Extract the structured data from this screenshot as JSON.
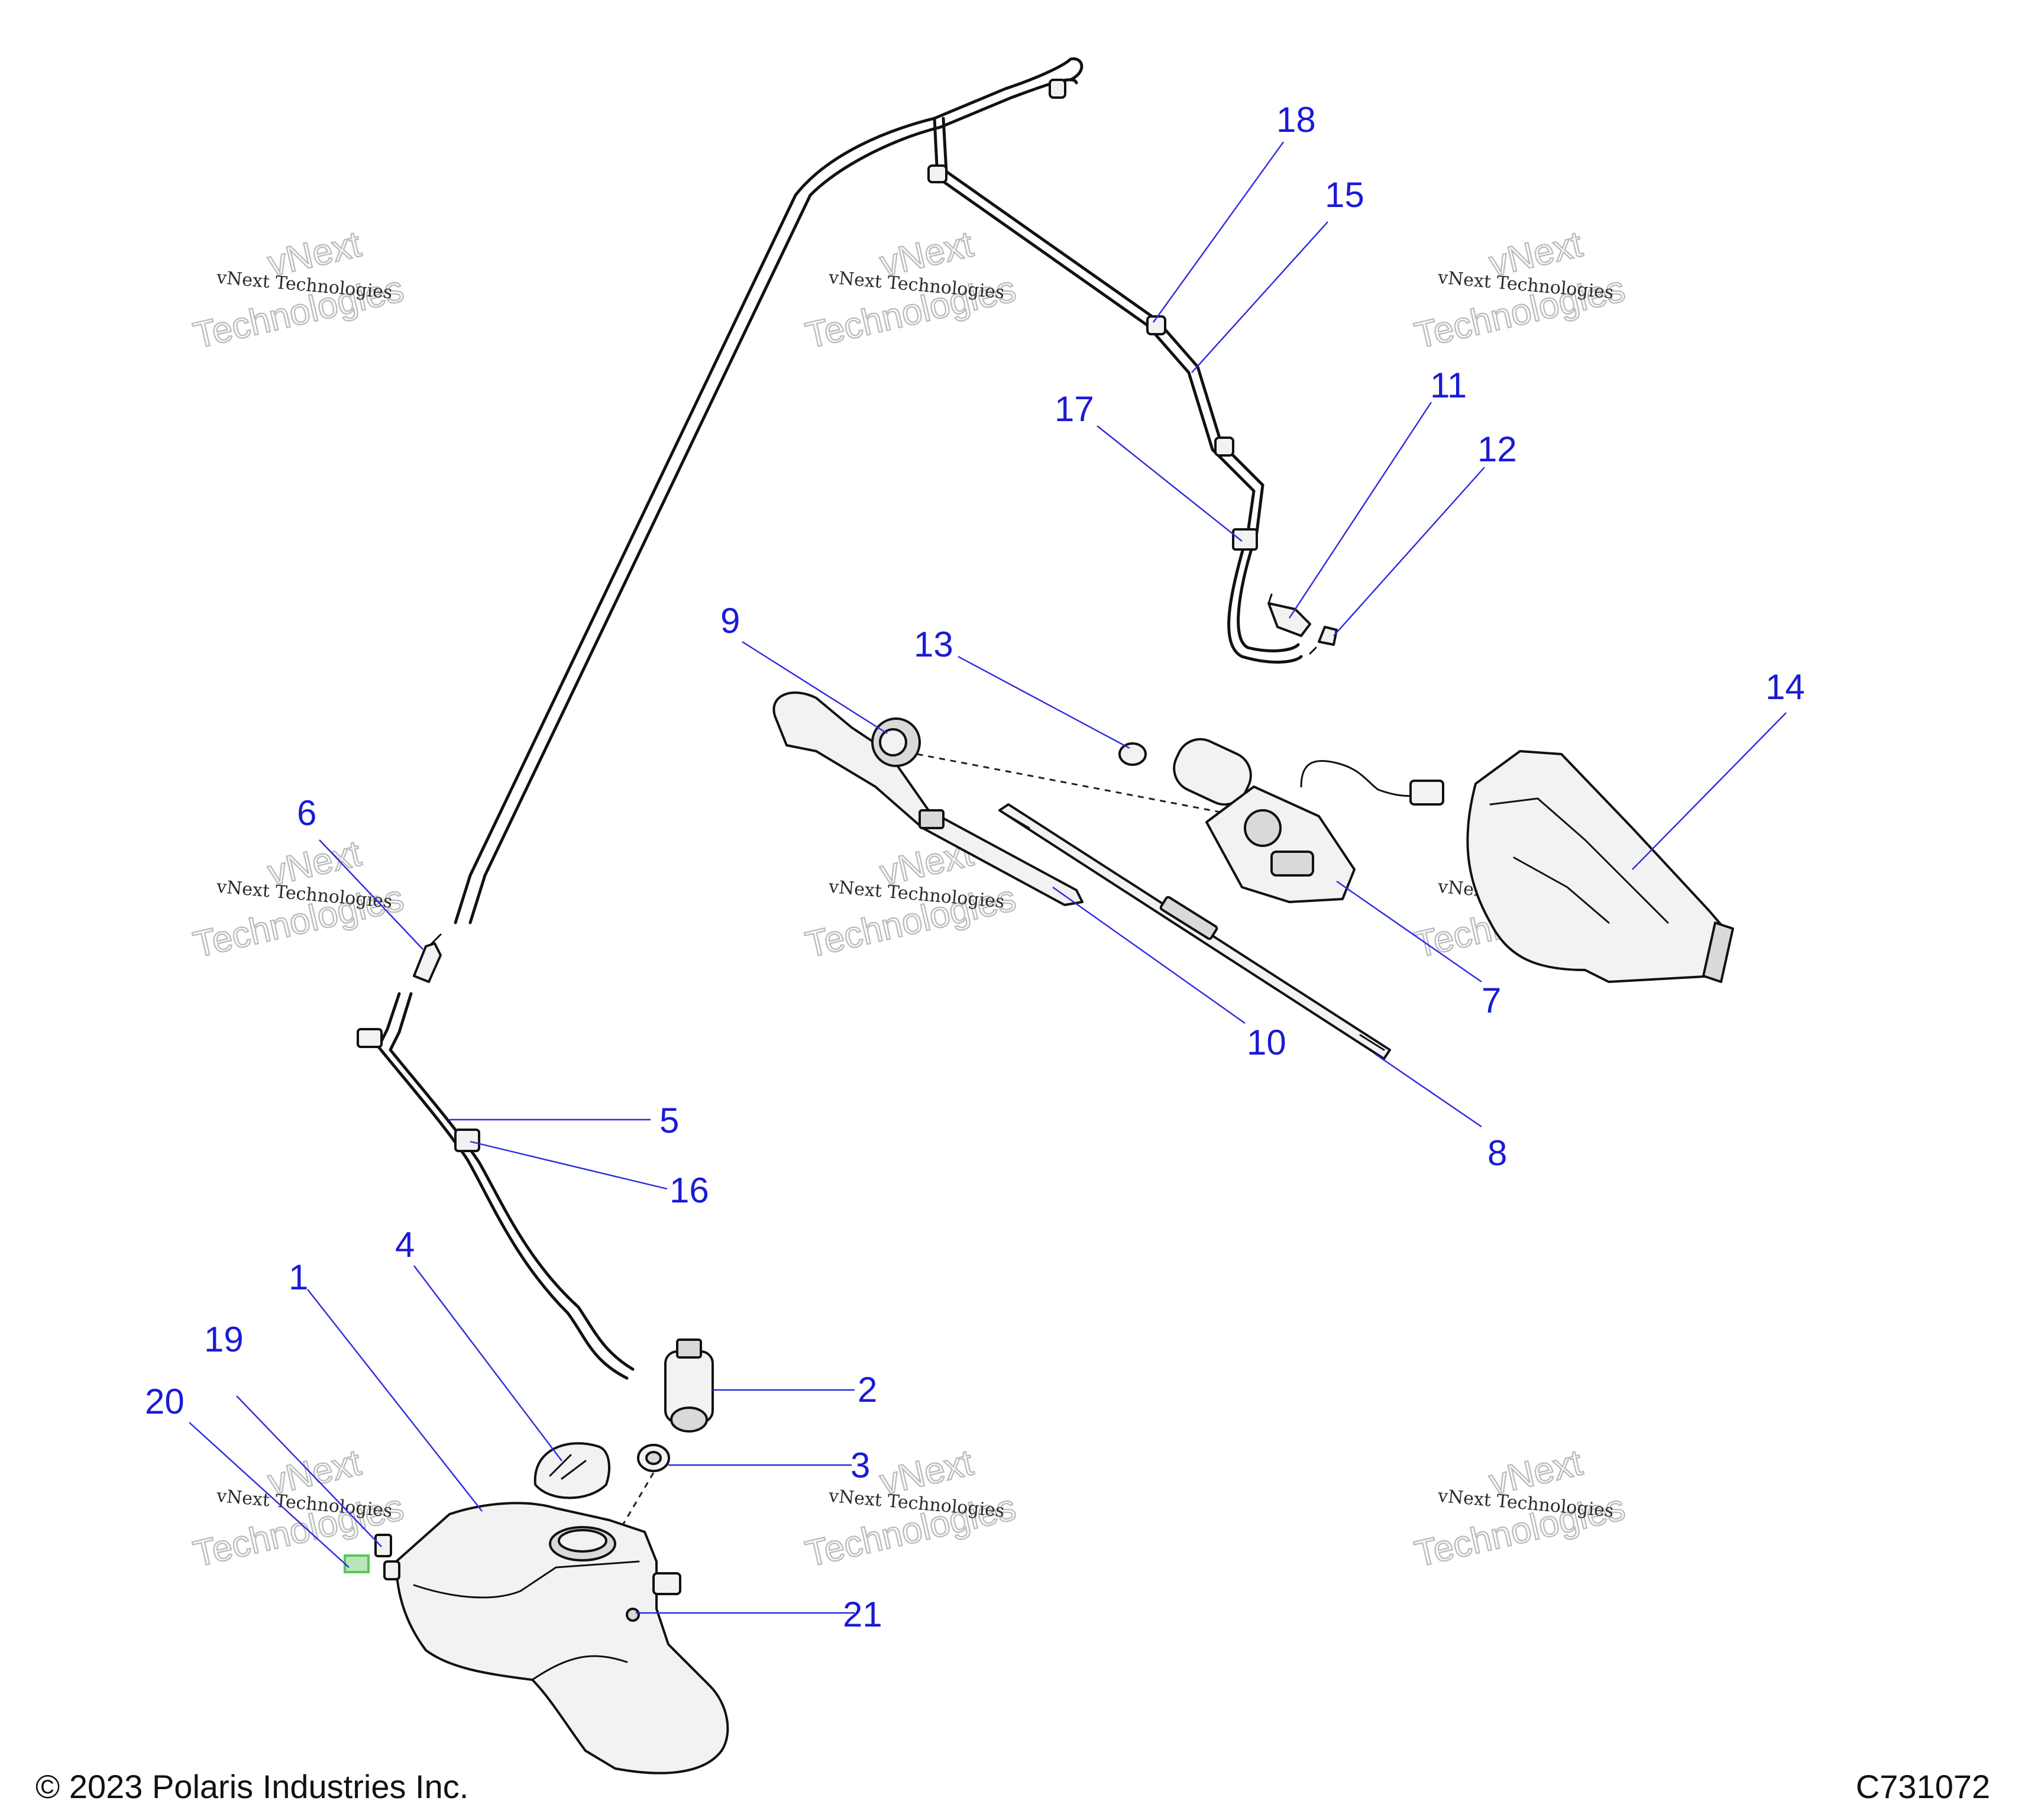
{
  "diagram": {
    "callouts": {
      "c1": "1",
      "c2": "2",
      "c3": "3",
      "c4": "4",
      "c5": "5",
      "c6": "6",
      "c7": "7",
      "c8": "8",
      "c9": "9",
      "c10": "10",
      "c11": "11",
      "c12": "12",
      "c13": "13",
      "c14": "14",
      "c15": "15",
      "c16": "16",
      "c17": "17",
      "c18": "18",
      "c19": "19",
      "c20": "20",
      "c21": "21"
    },
    "watermark": {
      "line1": "vNext Technologies",
      "line2": "vNext",
      "line3": "Technologies"
    },
    "footer": {
      "copyright": "© 2023 Polaris Industries Inc.",
      "drawing_id": "C731072"
    },
    "colors": {
      "callout": "#1a1ad6",
      "leader": "#2a2ae0",
      "line": "#111111",
      "highlight": "#5cc45c"
    }
  }
}
